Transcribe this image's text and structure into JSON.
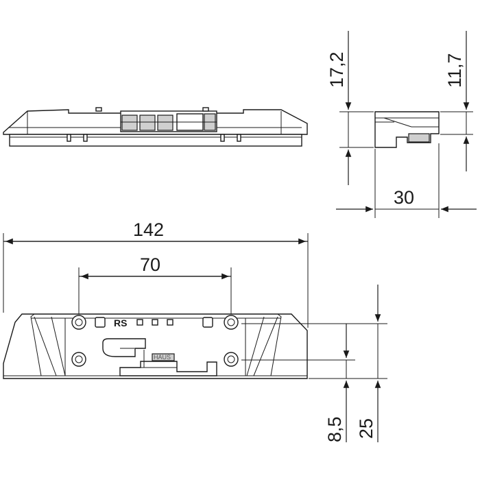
{
  "dimensions": {
    "top_height": "17,2",
    "top_step": "11,7",
    "depth": "30",
    "total_length": "142",
    "hole_spacing": "70",
    "slot_offset": "8,5",
    "plate_height": "25"
  },
  "markings": {
    "code": "RS",
    "brand": "HAUS"
  }
}
